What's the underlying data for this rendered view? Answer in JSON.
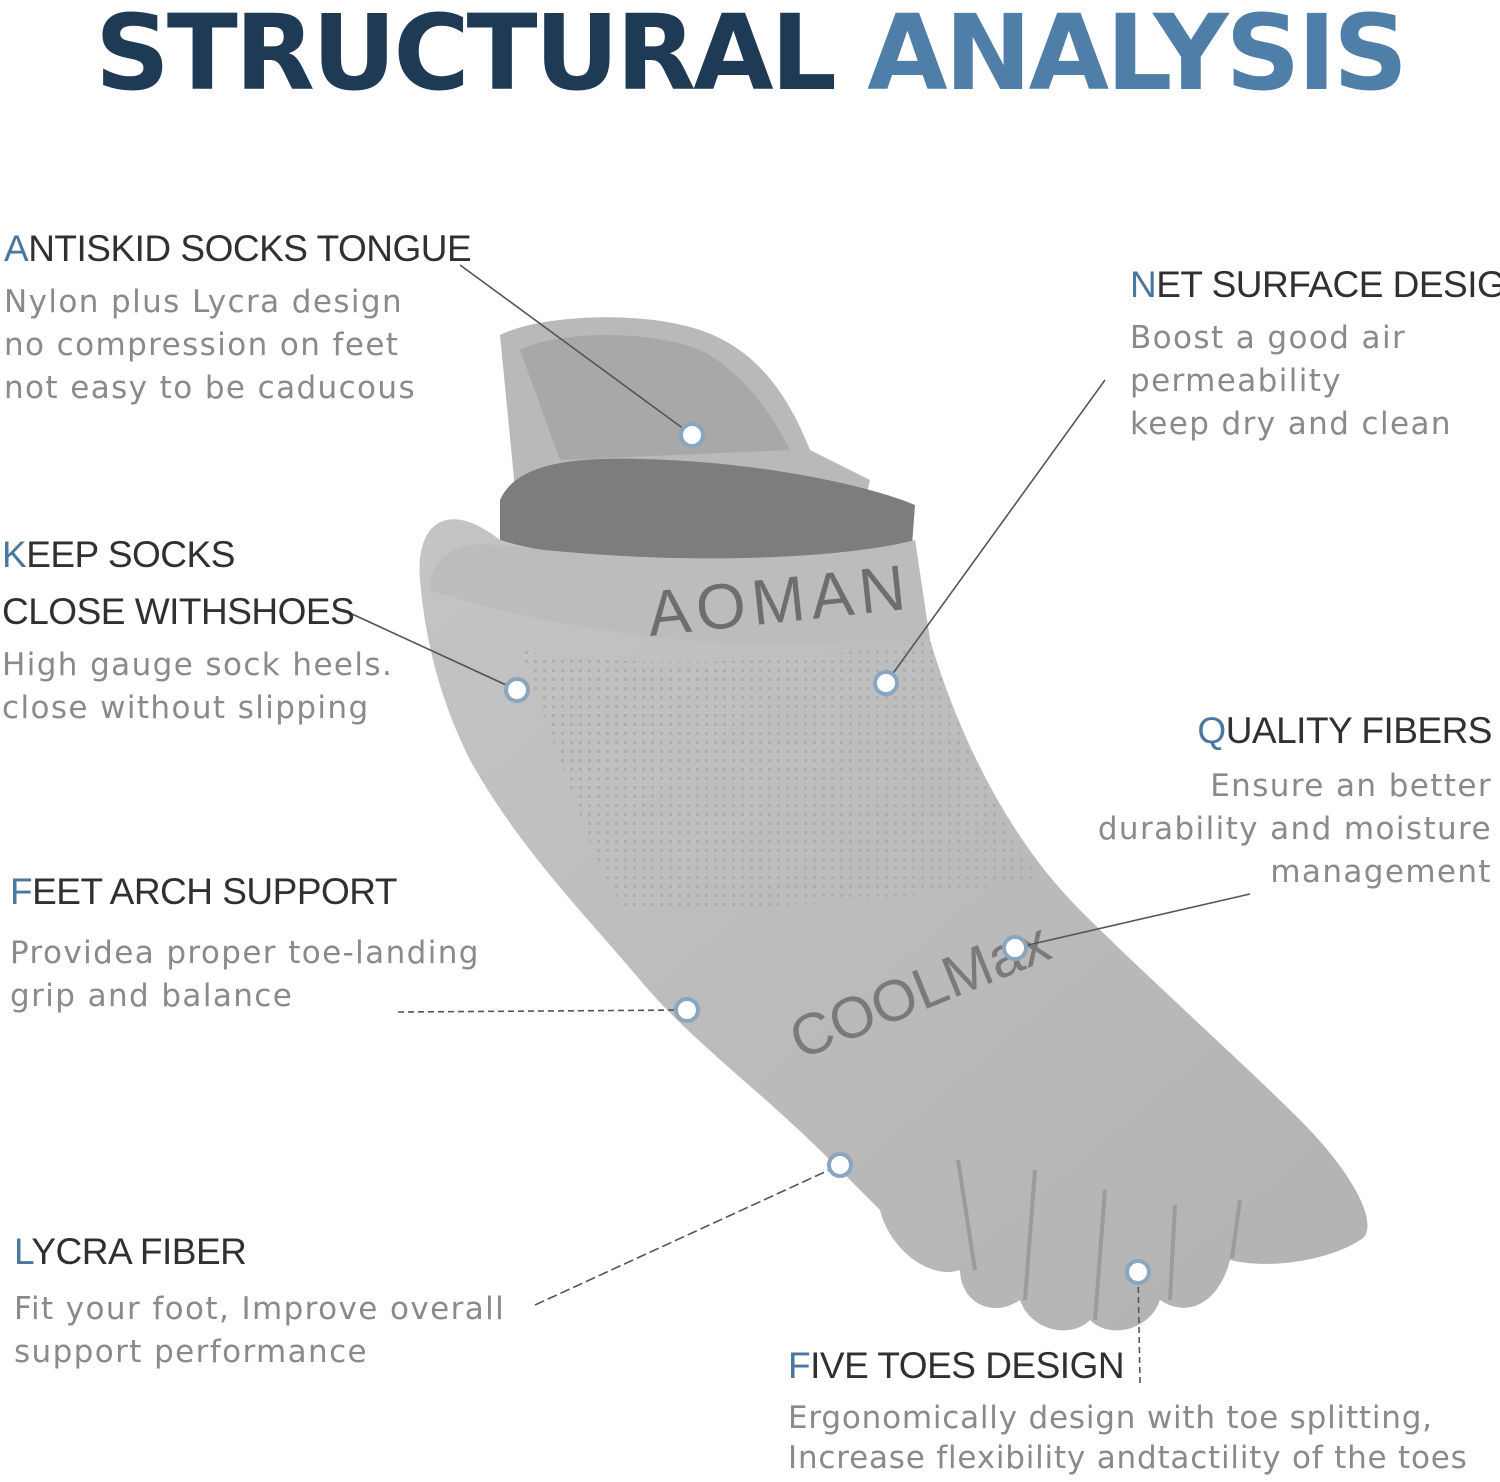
{
  "title": {
    "part1": "STRUCTURAL",
    "part2": "ANALYSIS"
  },
  "colors": {
    "title_dark": "#1e3a55",
    "title_blue": "#4f7fa8",
    "heading_accent": "#4a77a0",
    "heading_text": "#303030",
    "desc_text": "#8a8a8a",
    "sock_gray": "#b8b8b8"
  },
  "sock": {
    "brand_text": "AOMAN",
    "coolmax_text": "COOLMax"
  },
  "features": {
    "antiskid": {
      "initial": "A",
      "rest": "NTISKID SOCKS TONGUE",
      "lines": [
        "Nylon plus Lycra design",
        "no compression on feet",
        "not easy to be caducous"
      ]
    },
    "net": {
      "initial": "N",
      "rest": "ET SURFACE DESIGN",
      "lines": [
        "Boost a good air",
        "permeability",
        "keep dry and clean"
      ]
    },
    "keep": {
      "initial": "K",
      "rest": "EEP SOCKS",
      "line2": "CLOSE WITHSHOES",
      "lines": [
        "High gauge sock heels.",
        "close without slipping"
      ]
    },
    "quality": {
      "initial": "Q",
      "rest": "UALITY FIBERS",
      "lines": [
        "Ensure an better",
        "durability and moisture",
        "management"
      ]
    },
    "arch": {
      "initial": "F",
      "rest": "EET ARCH SUPPORT",
      "lines": [
        "Providea proper toe-landing",
        "grip and balance"
      ]
    },
    "lycra": {
      "initial": "L",
      "rest": "YCRA FIBER",
      "lines": [
        "Fit your foot, Improve overall",
        "support performance"
      ]
    },
    "toes": {
      "initial": "F",
      "rest": "IVE TOES DESIGN",
      "lines": [
        "Ergonomically design with toe splitting,",
        "Increase flexibility andtactility of the toes"
      ]
    }
  }
}
